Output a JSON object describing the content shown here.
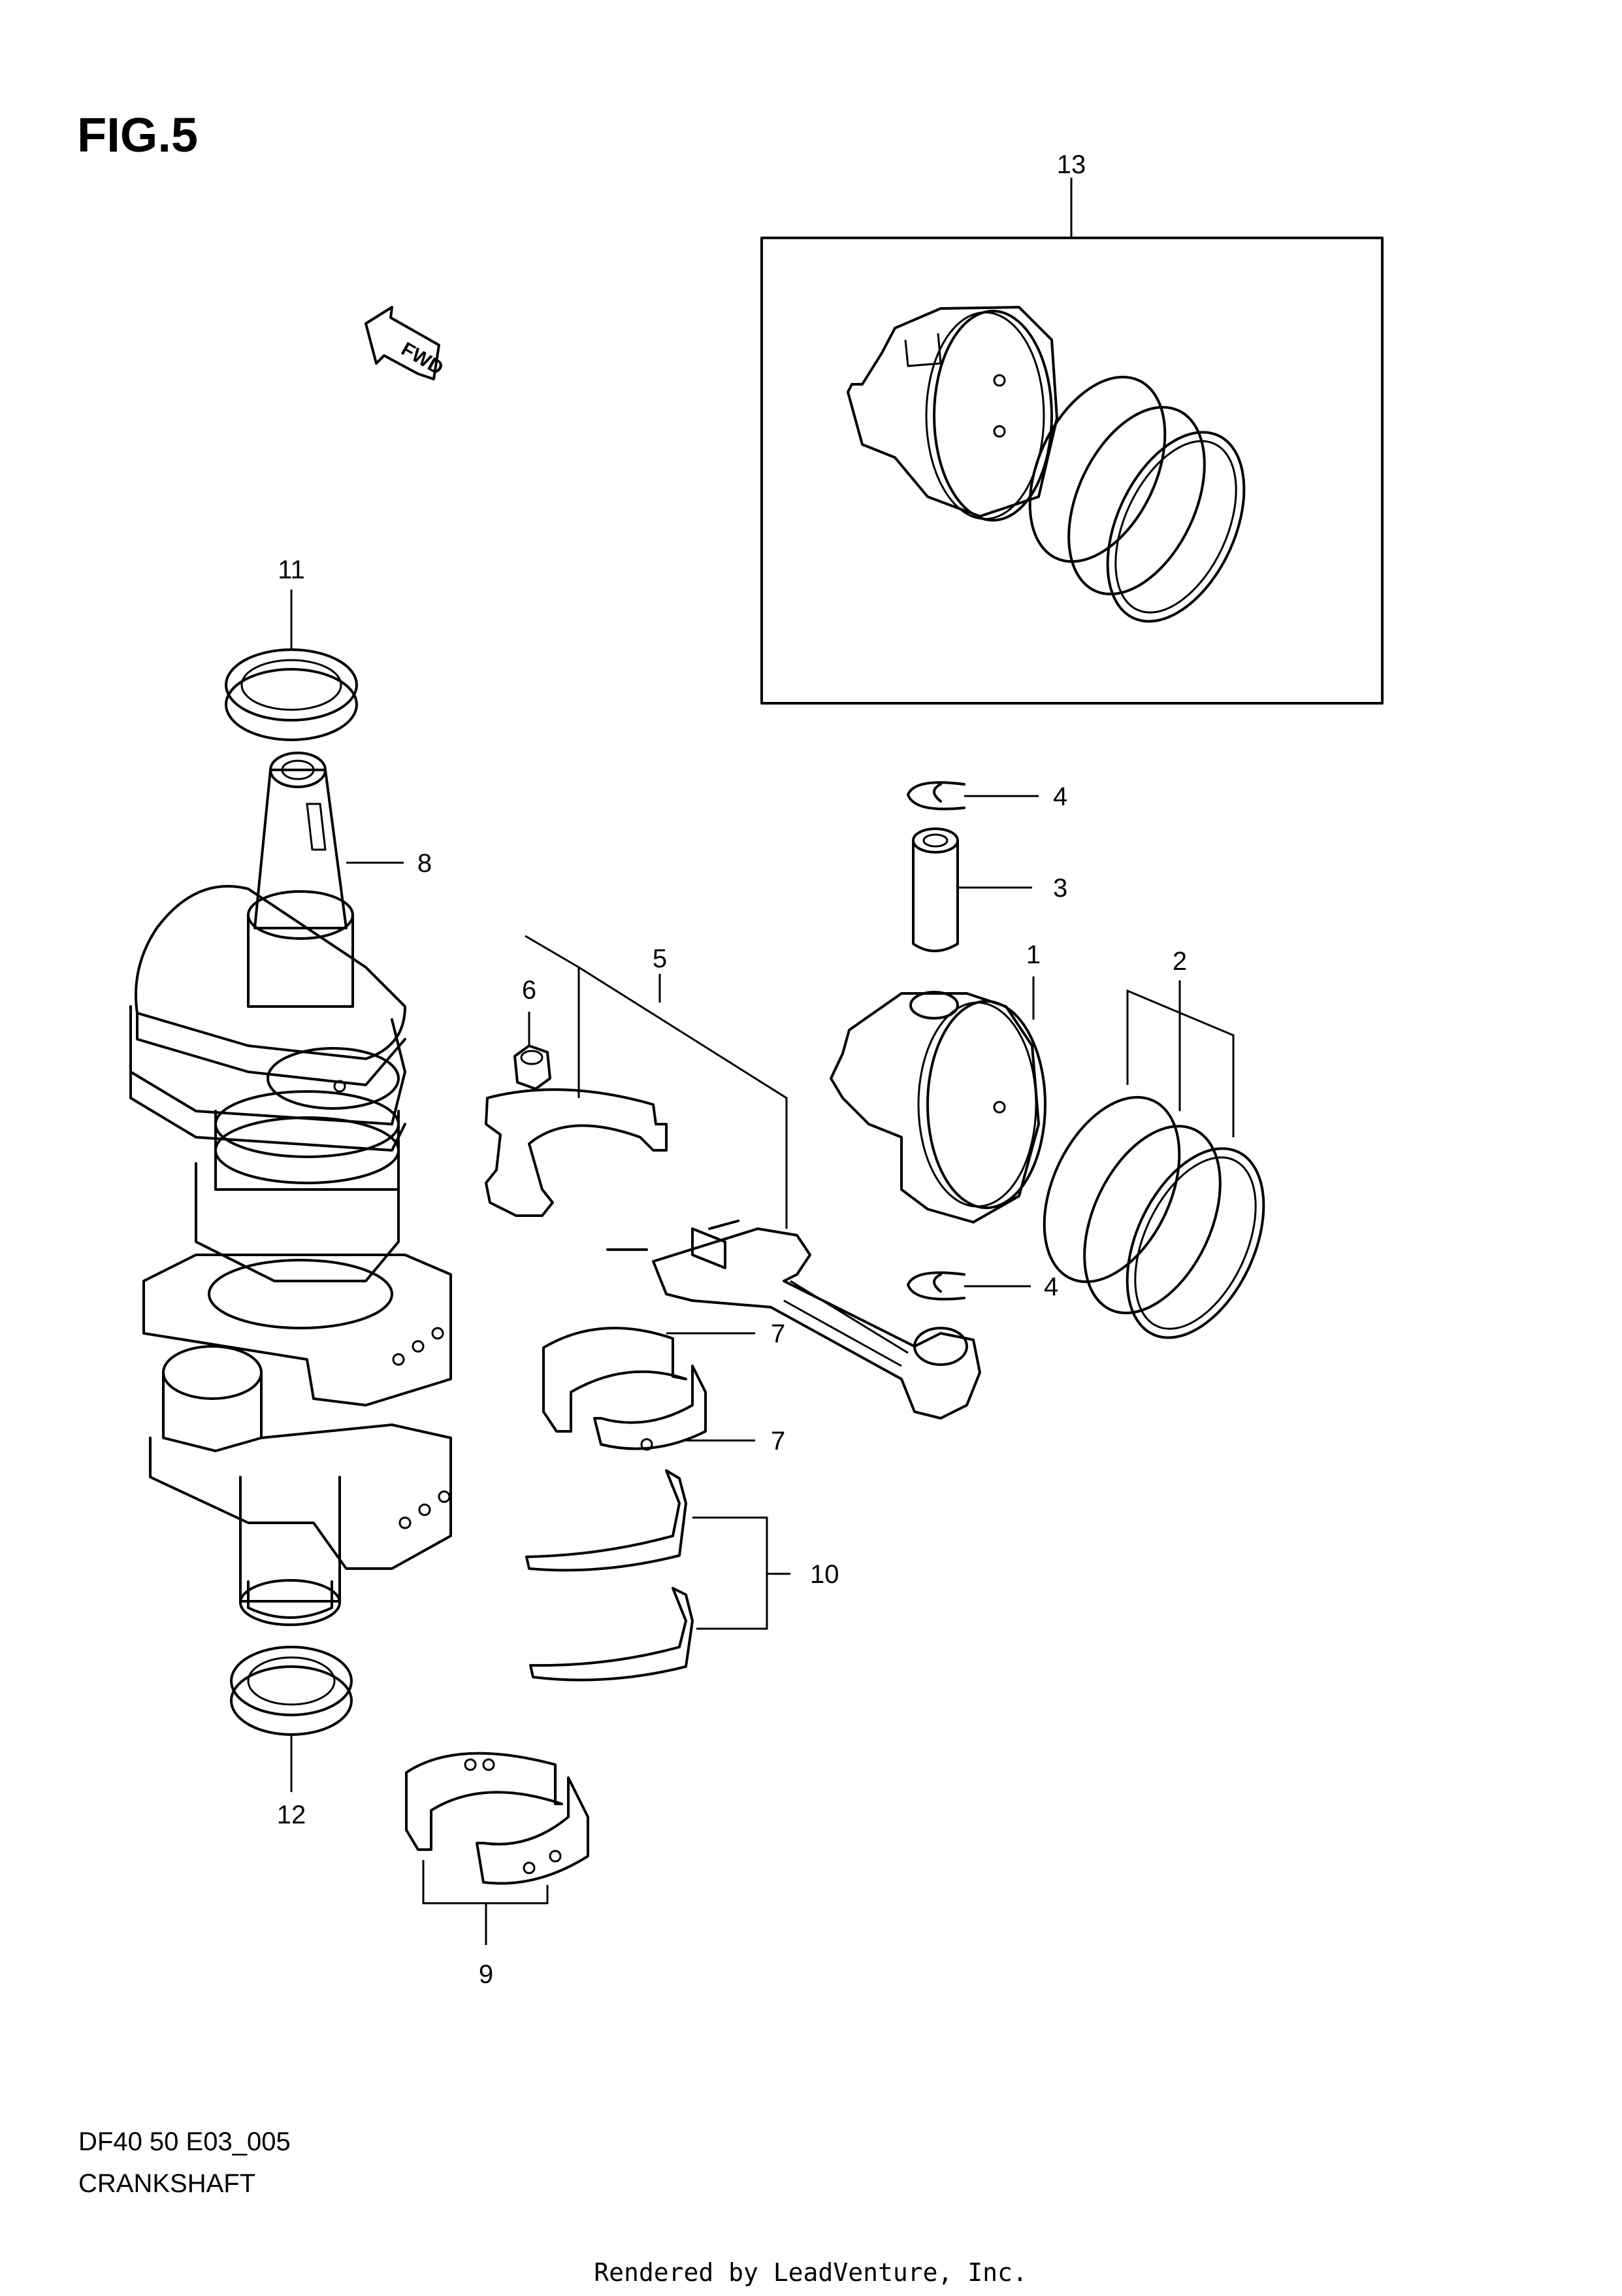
{
  "figure": {
    "title": "FIG.5",
    "code": "DF40 50 E03_005",
    "name": "CRANKSHAFT"
  },
  "fwd_label": "FWD",
  "footer": "Rendered by LeadVenture, Inc.",
  "callouts": {
    "c1": "1",
    "c2": "2",
    "c3": "3",
    "c4a": "4",
    "c4b": "4",
    "c5": "5",
    "c6": "6",
    "c7a": "7",
    "c7b": "7",
    "c8": "8",
    "c9": "9",
    "c10": "10",
    "c11": "11",
    "c12": "12",
    "c13": "13"
  }
}
